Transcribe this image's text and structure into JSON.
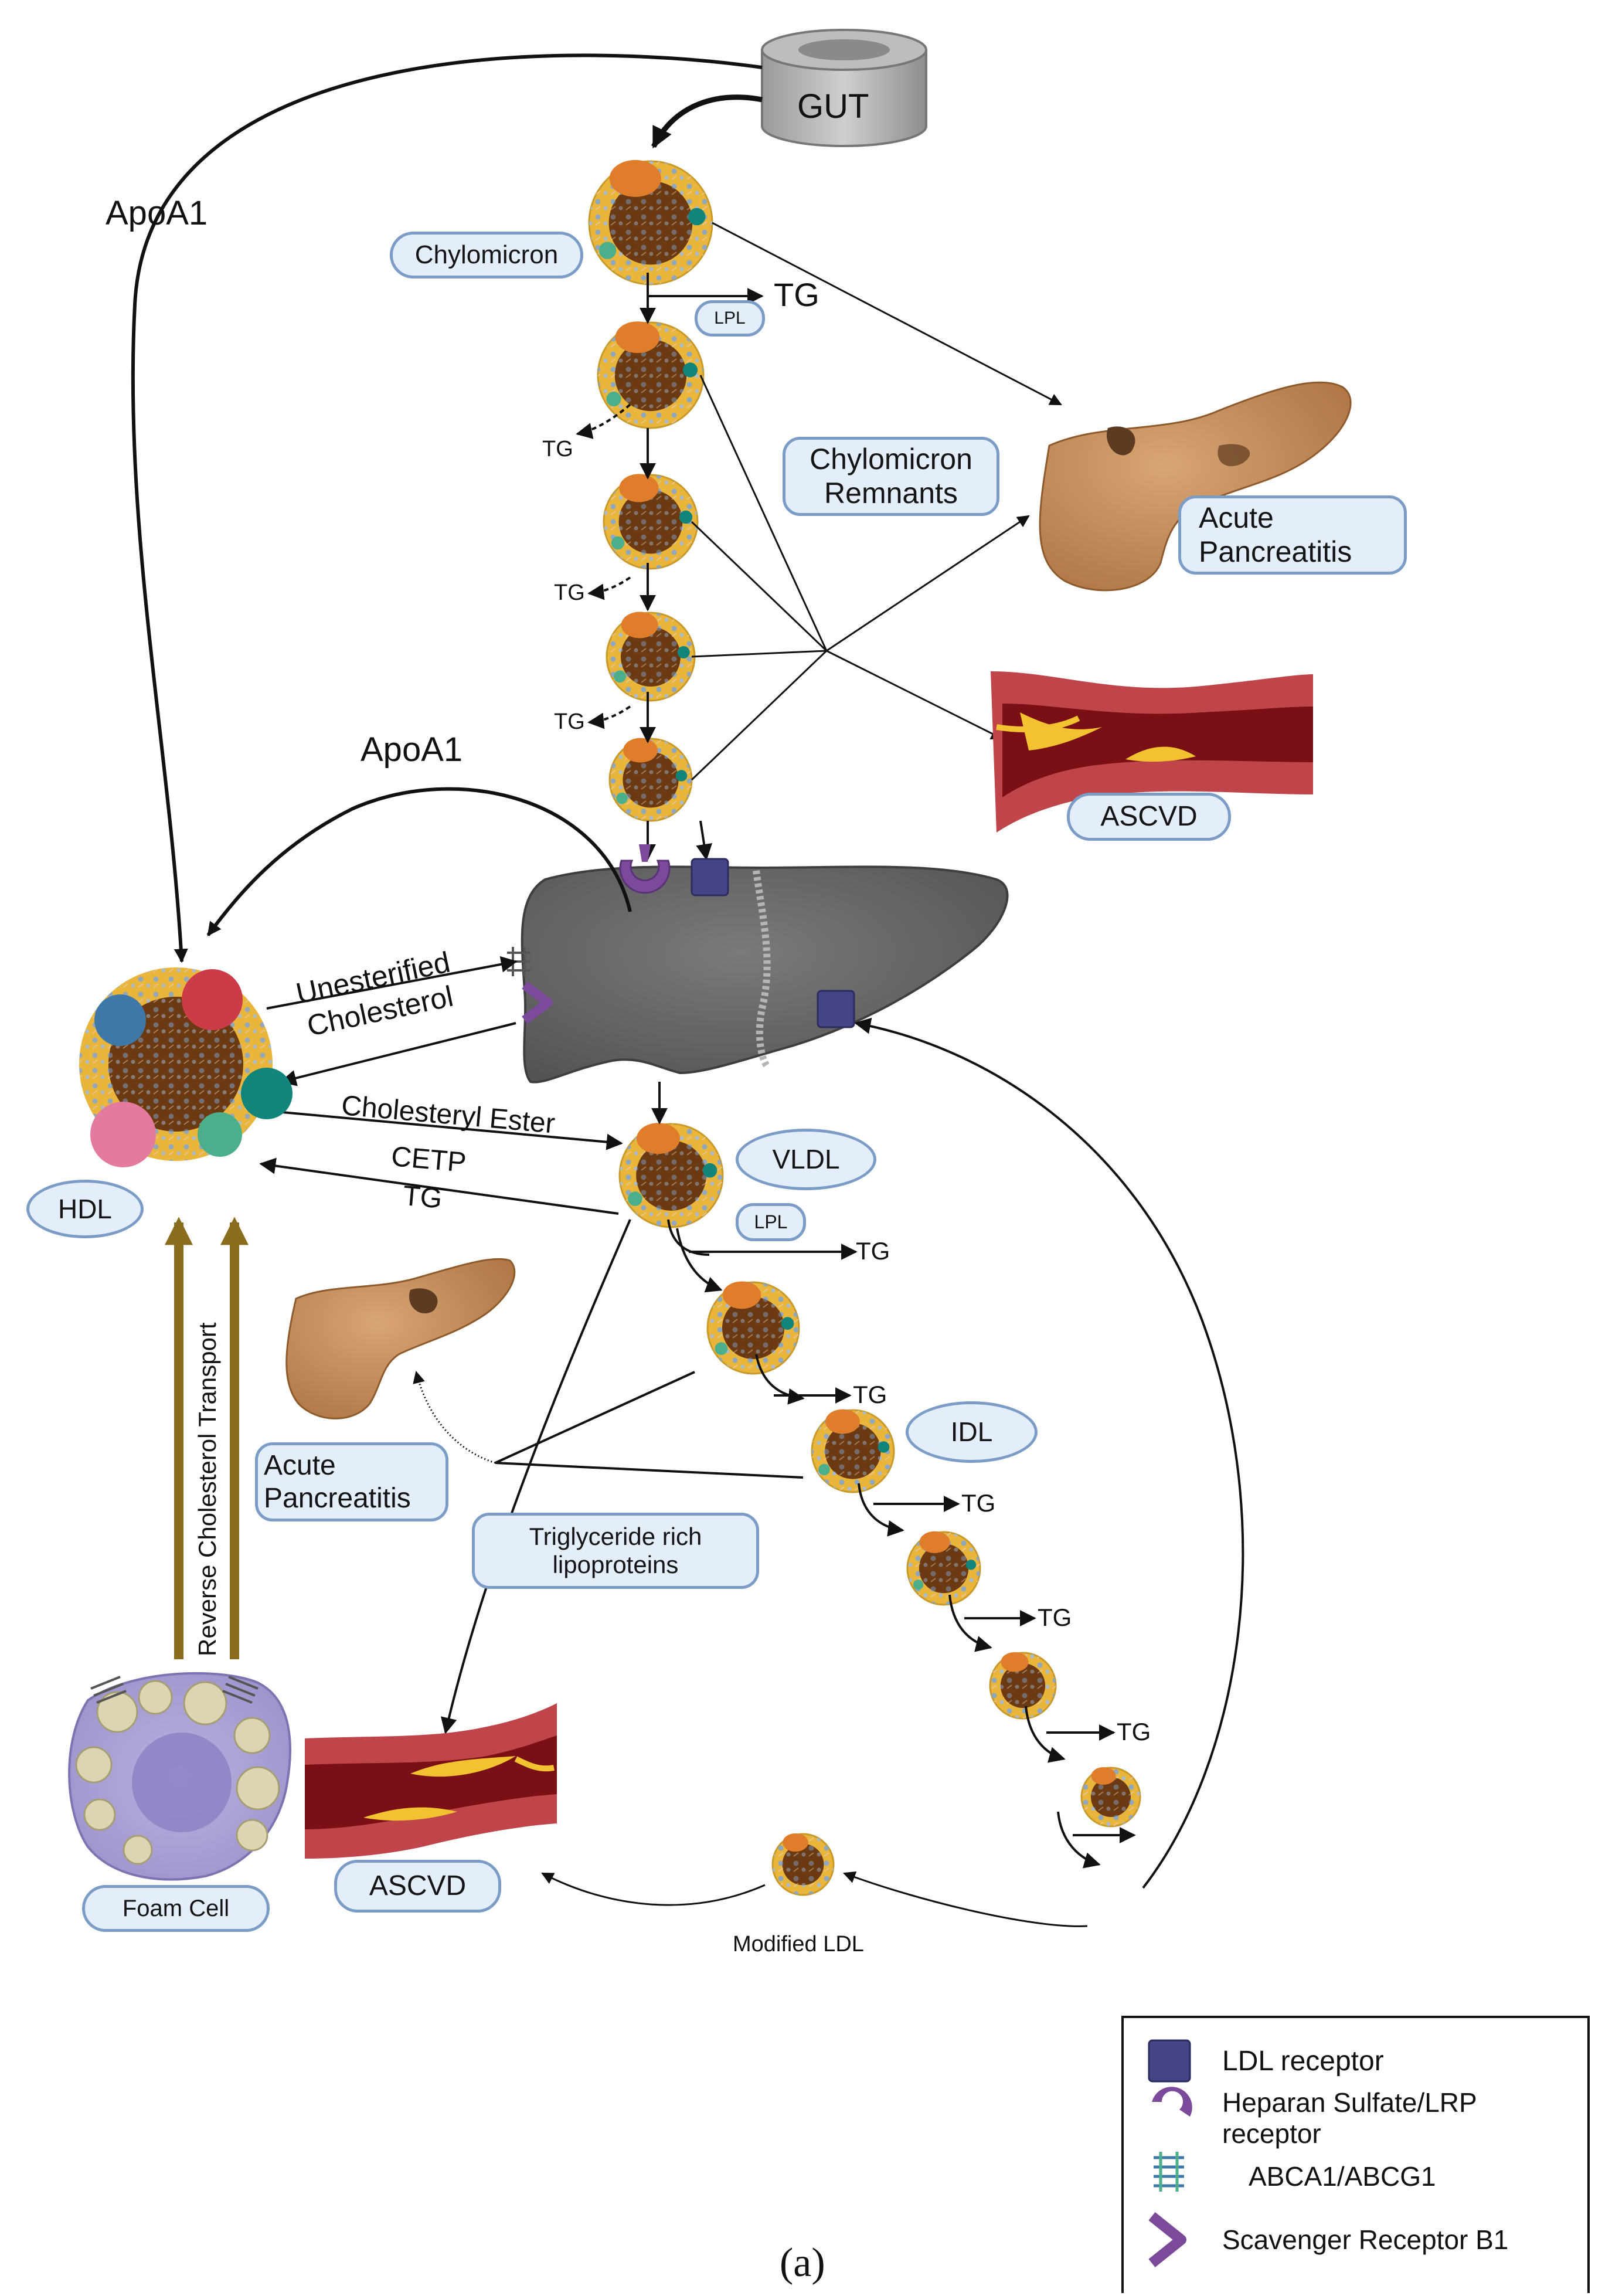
{
  "figure": {
    "caption": "(a)",
    "labels": {
      "gut": "GUT",
      "chylomicron": "Chylomicron",
      "lpl": "LPL",
      "tg": "TG",
      "chylomicron_remnants": "Chylomicron\nRemnants",
      "acute_pancreatitis": "Acute\nPancreatitis",
      "ascvd": "ASCVD",
      "apoa1": "ApoA1",
      "unesterified_cholesterol": "Unesterified\nCholesterol",
      "cholesteryl_ester": "Cholesteryl Ester",
      "cetp": "CETP",
      "hdl": "HDL",
      "vldl": "VLDL",
      "idl": "IDL",
      "triglyceride_rich_lipoproteins": "Triglyceride rich\nlipoproteins",
      "reverse_cholesterol_transport": "Reverse Cholesterol Transport",
      "foam_cell": "Foam Cell",
      "modified_ldl": "Modified LDL"
    }
  },
  "legend": {
    "items": [
      {
        "icon": "ldl-receptor-icon",
        "label": "LDL receptor"
      },
      {
        "icon": "heparan-sulfate-receptor-icon",
        "label": "Heparan Sulfate/LRP\nreceptor"
      },
      {
        "icon": "abca1-transporter-icon",
        "label": "ABCA1/ABCG1"
      },
      {
        "icon": "scavenger-receptor-icon",
        "label": "Scavenger Receptor  B1"
      }
    ]
  },
  "colors": {
    "ldl_receptor": "#454585",
    "receptor_purple": "#7b4a9a",
    "gold_arrow": "#8a6c1e",
    "label_fill": "#e3eefa",
    "label_border": "#7a9cc6",
    "liver": "#6b6b6b",
    "particle_core": "#6b3a12",
    "particle_shell": "#e9b53a",
    "artery_wall": "#c0454a",
    "artery_lumen": "#7a1016",
    "plaque": "#f2c230"
  }
}
